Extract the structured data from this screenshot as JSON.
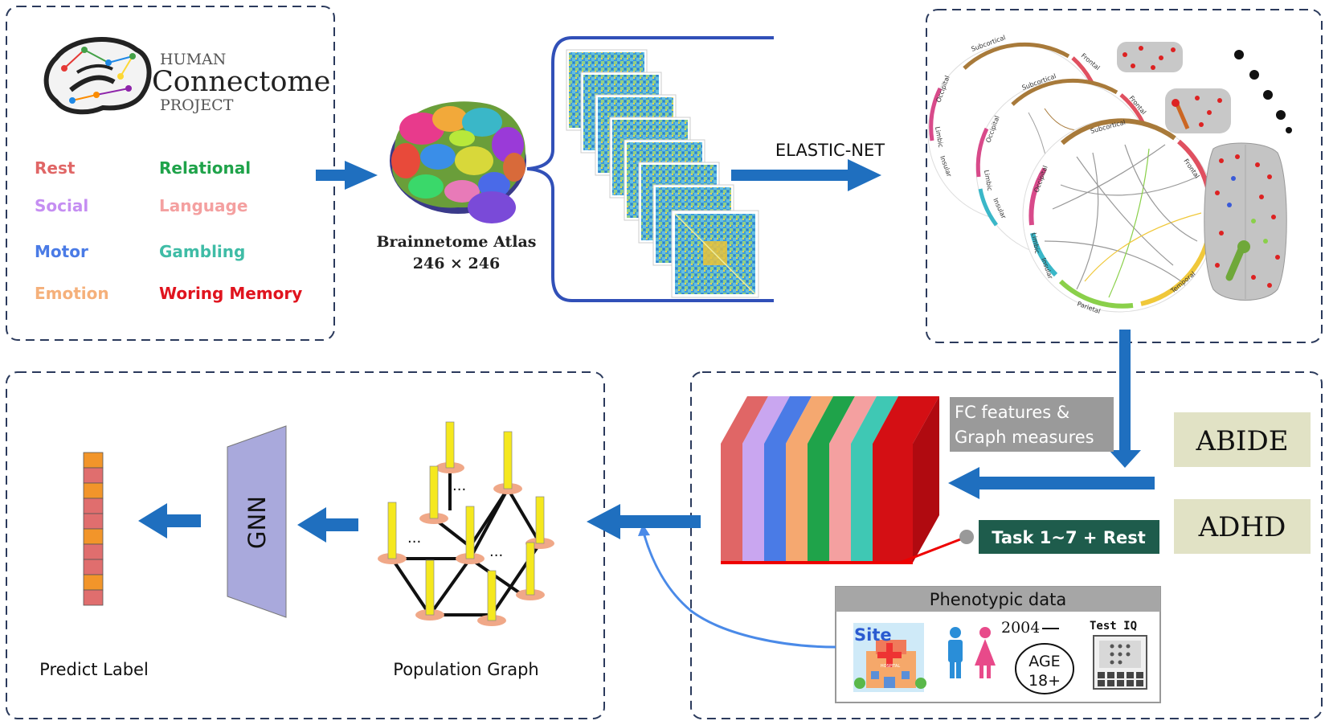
{
  "hcp": {
    "logo_line1": "HUMAN",
    "logo_line2": "Connectome",
    "logo_line3": "PROJECT",
    "tasks": [
      {
        "label": "Rest",
        "color": "#e06666"
      },
      {
        "label": "Relational",
        "color": "#1fa34a"
      },
      {
        "label": "Social",
        "color": "#c58ef2"
      },
      {
        "label": "Language",
        "color": "#f4a0a0"
      },
      {
        "label": "Motor",
        "color": "#4a7be6"
      },
      {
        "label": "Gambling",
        "color": "#3fbca6"
      },
      {
        "label": "Emotion",
        "color": "#f5b07a"
      },
      {
        "label": "Woring Memory",
        "color": "#e0141e"
      }
    ]
  },
  "atlas": {
    "title": "Brainnetome Atlas",
    "size": "246  ×  246"
  },
  "elastic_net": "ELASTIC-NET",
  "circos": {
    "regions": [
      "Subcortical",
      "Frontal",
      "Occipital",
      "Limbic",
      "Insular",
      "Temporal",
      "Parietal"
    ]
  },
  "fc_features": {
    "line1": "FC features  &",
    "line2": "Graph measures"
  },
  "datasets": [
    "ABIDE",
    "ADHD"
  ],
  "task_label": "Task 1~7 + Rest",
  "phenotypic": {
    "title": "Phenotypic data",
    "site": "Site",
    "hospital": "HOSPITAL",
    "year": "2004",
    "age_line1": "AGE",
    "age_line2": "18+",
    "test_iq": "Test IQ"
  },
  "population_graph": {
    "label": "Population Graph",
    "ellipsis": "..."
  },
  "gnn": "GNN",
  "predict_label": "Predict Label",
  "colors": {
    "arrow": "#1f6fbf",
    "dashed": "#2b3a5c",
    "gnn": "#a9a9dc",
    "task_bg": "#1e5c4c",
    "dataset_bg": "#e1e2c5",
    "fc_bg": "#9a9a9a",
    "pillar": "#f5e81e",
    "disc": "#f0a888",
    "predict_a": "#f2952a",
    "predict_b": "#e06e6e"
  }
}
